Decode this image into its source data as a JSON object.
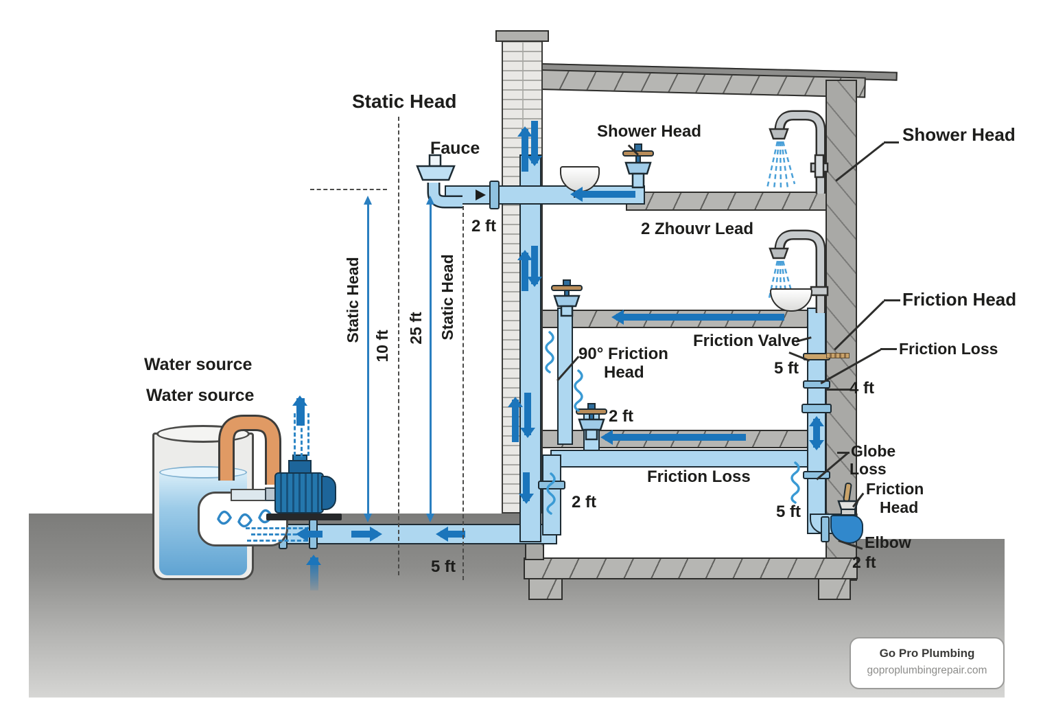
{
  "labels": {
    "title": "Static Head",
    "faucet": "Fauce",
    "shower_center": "Shower Head",
    "room2": "2 Zhouvr Lead",
    "shower_right": "Shower Head",
    "friction_head_right": "Friction Head",
    "friction_loss_right": "Friction Loss",
    "friction_valve": "Friction Valve",
    "ft2_top": "2 ft",
    "ft5_valve": "5 ft",
    "ft4": "4 ft",
    "friction90_1": "90° Friction",
    "friction90_2": "Head",
    "ft2_mid": "2 ft",
    "static_left": "Static Head",
    "ft10": "10 ft",
    "ft25": "25 ft",
    "static_right": "Static Head",
    "water1": "Water source",
    "water2": "Water source",
    "friction_loss_bottom": "Friction Loss",
    "ft2_bottom": "2 ft",
    "ft5_bottom": "5 ft",
    "ft5_ground": "5 ft",
    "globe1": "Globe",
    "globe2": "Loss",
    "fhb1": "Friction",
    "fhb2": "Head",
    "elbow": "Elbow",
    "ft2_elbow": "2 ft"
  },
  "badge": {
    "title": "Go Pro Plumbing",
    "url": "goproplumbingrepair.com"
  },
  "colors": {
    "pipe": "#aed7f0",
    "flow_arrow": "#1b75bb",
    "dim_arrow": "#2a7fc0",
    "orange_pipe": "#e09a64",
    "pump_blue": "#2477ad",
    "text": "#1d1d1b",
    "slab_gray": "#b6b6b3",
    "brick": "#e9e8e5"
  }
}
